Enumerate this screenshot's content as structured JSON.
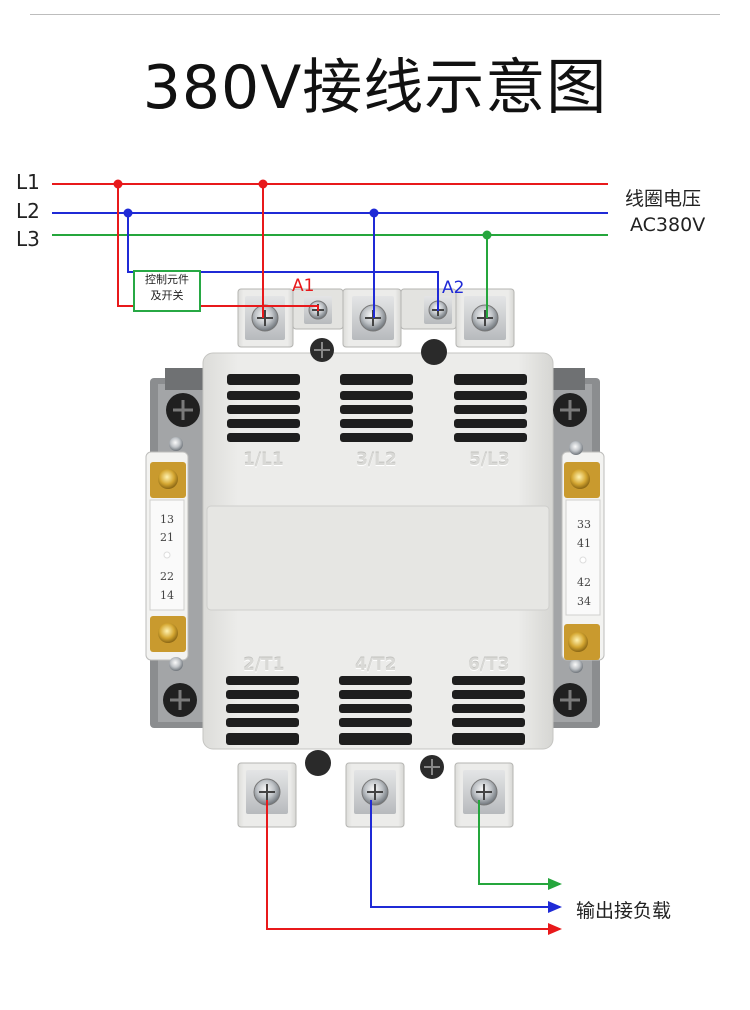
{
  "title": "380V接线示意图",
  "lines": {
    "l1": "L1",
    "l2": "L2",
    "l3": "L3"
  },
  "coil_voltage": {
    "line1": "线圈电压",
    "line2": "AC380V"
  },
  "control_box": {
    "line1": "控制元件",
    "line2": "及开关"
  },
  "coil_terminals": {
    "a1": "A1",
    "a2": "A2"
  },
  "input_terminals": [
    "1/L1",
    "3/L2",
    "5/L3"
  ],
  "output_terminals": [
    "2/T1",
    "4/T2",
    "6/T3"
  ],
  "aux_left": [
    "13",
    "21",
    "22",
    "14"
  ],
  "aux_right": [
    "33",
    "41",
    "42",
    "34"
  ],
  "output_label": "输出接负载",
  "colors": {
    "l1": "#e8191b",
    "l2": "#1f2ad6",
    "l3": "#25a63c",
    "body": "#e9e9e6",
    "frame": "#8c8c8c"
  }
}
